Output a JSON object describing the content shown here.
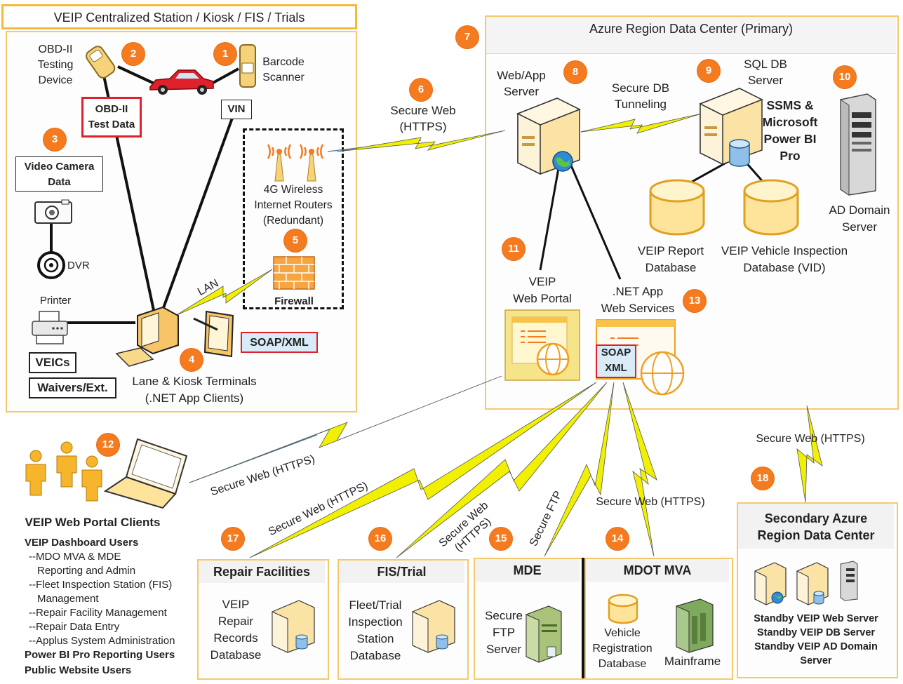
{
  "colors": {
    "accent": "#f47b20",
    "panel_border": "#f5c96b",
    "lightning": "#f0f000",
    "alert_red": "#e0202a"
  },
  "station": {
    "title": "VEIP Centralized Station / Kiosk / FIS / Trials",
    "obd_device": "OBD-II\nTesting\nDevice",
    "obd_data": "OBD-II\nTest Data",
    "barcode": "Barcode\nScanner",
    "vin": "VIN",
    "video": "Video Camera\nData",
    "dvr": "DVR",
    "printer": "Printer",
    "veics": "VEICs",
    "waivers": "Waivers/Ext.",
    "routers": "4G Wireless\nInternet Routers\n(Redundant)",
    "firewall": "Firewall",
    "lan": "LAN",
    "soap": "SOAP/XML",
    "terminals": "Lane & Kiosk Terminals\n(.NET App Clients)"
  },
  "link_labels": {
    "secure_web_top": "Secure Web\n(HTTPS)",
    "secure_db": "Secure DB\nTunneling",
    "portal_https": "Secure Web (HTTPS)",
    "repair_https": "Secure Web (HTTPS)",
    "fis_https": "Secure Web\n(HTTPS)",
    "mde_ftp": "Secure FTP",
    "mva_https": "Secure Web (HTTPS)",
    "secondary_https": "Secure Web (HTTPS)"
  },
  "azure": {
    "title": "Azure Region Data Center (Primary)",
    "web_app_server": "Web/App\nServer",
    "sql_server": "SQL DB\nServer",
    "ssms": "SSMS &\nMicrosoft\nPower BI\nPro",
    "ad_server": "AD Domain\nServer",
    "report_db": "VEIP Report\nDatabase",
    "vid_db": "VEIP Vehicle Inspection\nDatabase (VID)",
    "web_portal": "VEIP\nWeb Portal",
    "web_services": ".NET App\nWeb Services",
    "soap_xml": "SOAP\nXML"
  },
  "clients": {
    "title": "VEIP Web Portal Clients",
    "items": [
      "VEIP Dashboard Users",
      "--MDO MVA  & MDE",
      "Reporting and Admin",
      "--Fleet Inspection Station (FIS)",
      "Management",
      "--Repair Facility Management",
      "--Repair Data Entry",
      "--Applus System Administration",
      "Power BI Pro Reporting Users",
      "Public Website Users"
    ]
  },
  "repair": {
    "title": "Repair Facilities",
    "db": "VEIP\nRepair\nRecords\nDatabase"
  },
  "fis": {
    "title": "FIS/Trial",
    "db": "Fleet/Trial\nInspection\nStation\nDatabase"
  },
  "mde": {
    "title": "MDE",
    "server": "Secure\nFTP\nServer"
  },
  "mva": {
    "title": "MDOT MVA",
    "db": "Vehicle\nRegistration\nDatabase",
    "mainframe": "Mainframe"
  },
  "secondary": {
    "title": "Secondary Azure\nRegion Data Center",
    "standby": "Standby VEIP Web Server\nStandby VEIP DB Server\nStandby VEIP AD Domain\nServer"
  },
  "badges": [
    "1",
    "2",
    "3",
    "4",
    "5",
    "6",
    "7",
    "8",
    "9",
    "10",
    "11",
    "12",
    "13",
    "14",
    "15",
    "16",
    "17",
    "18"
  ],
  "icons": [
    "car-icon",
    "barcode-scanner-icon",
    "obd-device-icon",
    "camera-icon",
    "dvr-icon",
    "printer-icon",
    "terminal-icon",
    "tablet-icon",
    "keyboard-icon",
    "router-icon",
    "firewall-icon",
    "server-icon",
    "globe-icon",
    "database-icon",
    "ad-server-icon",
    "web-page-icon",
    "user-icon",
    "laptop-icon",
    "mainframe-icon"
  ]
}
